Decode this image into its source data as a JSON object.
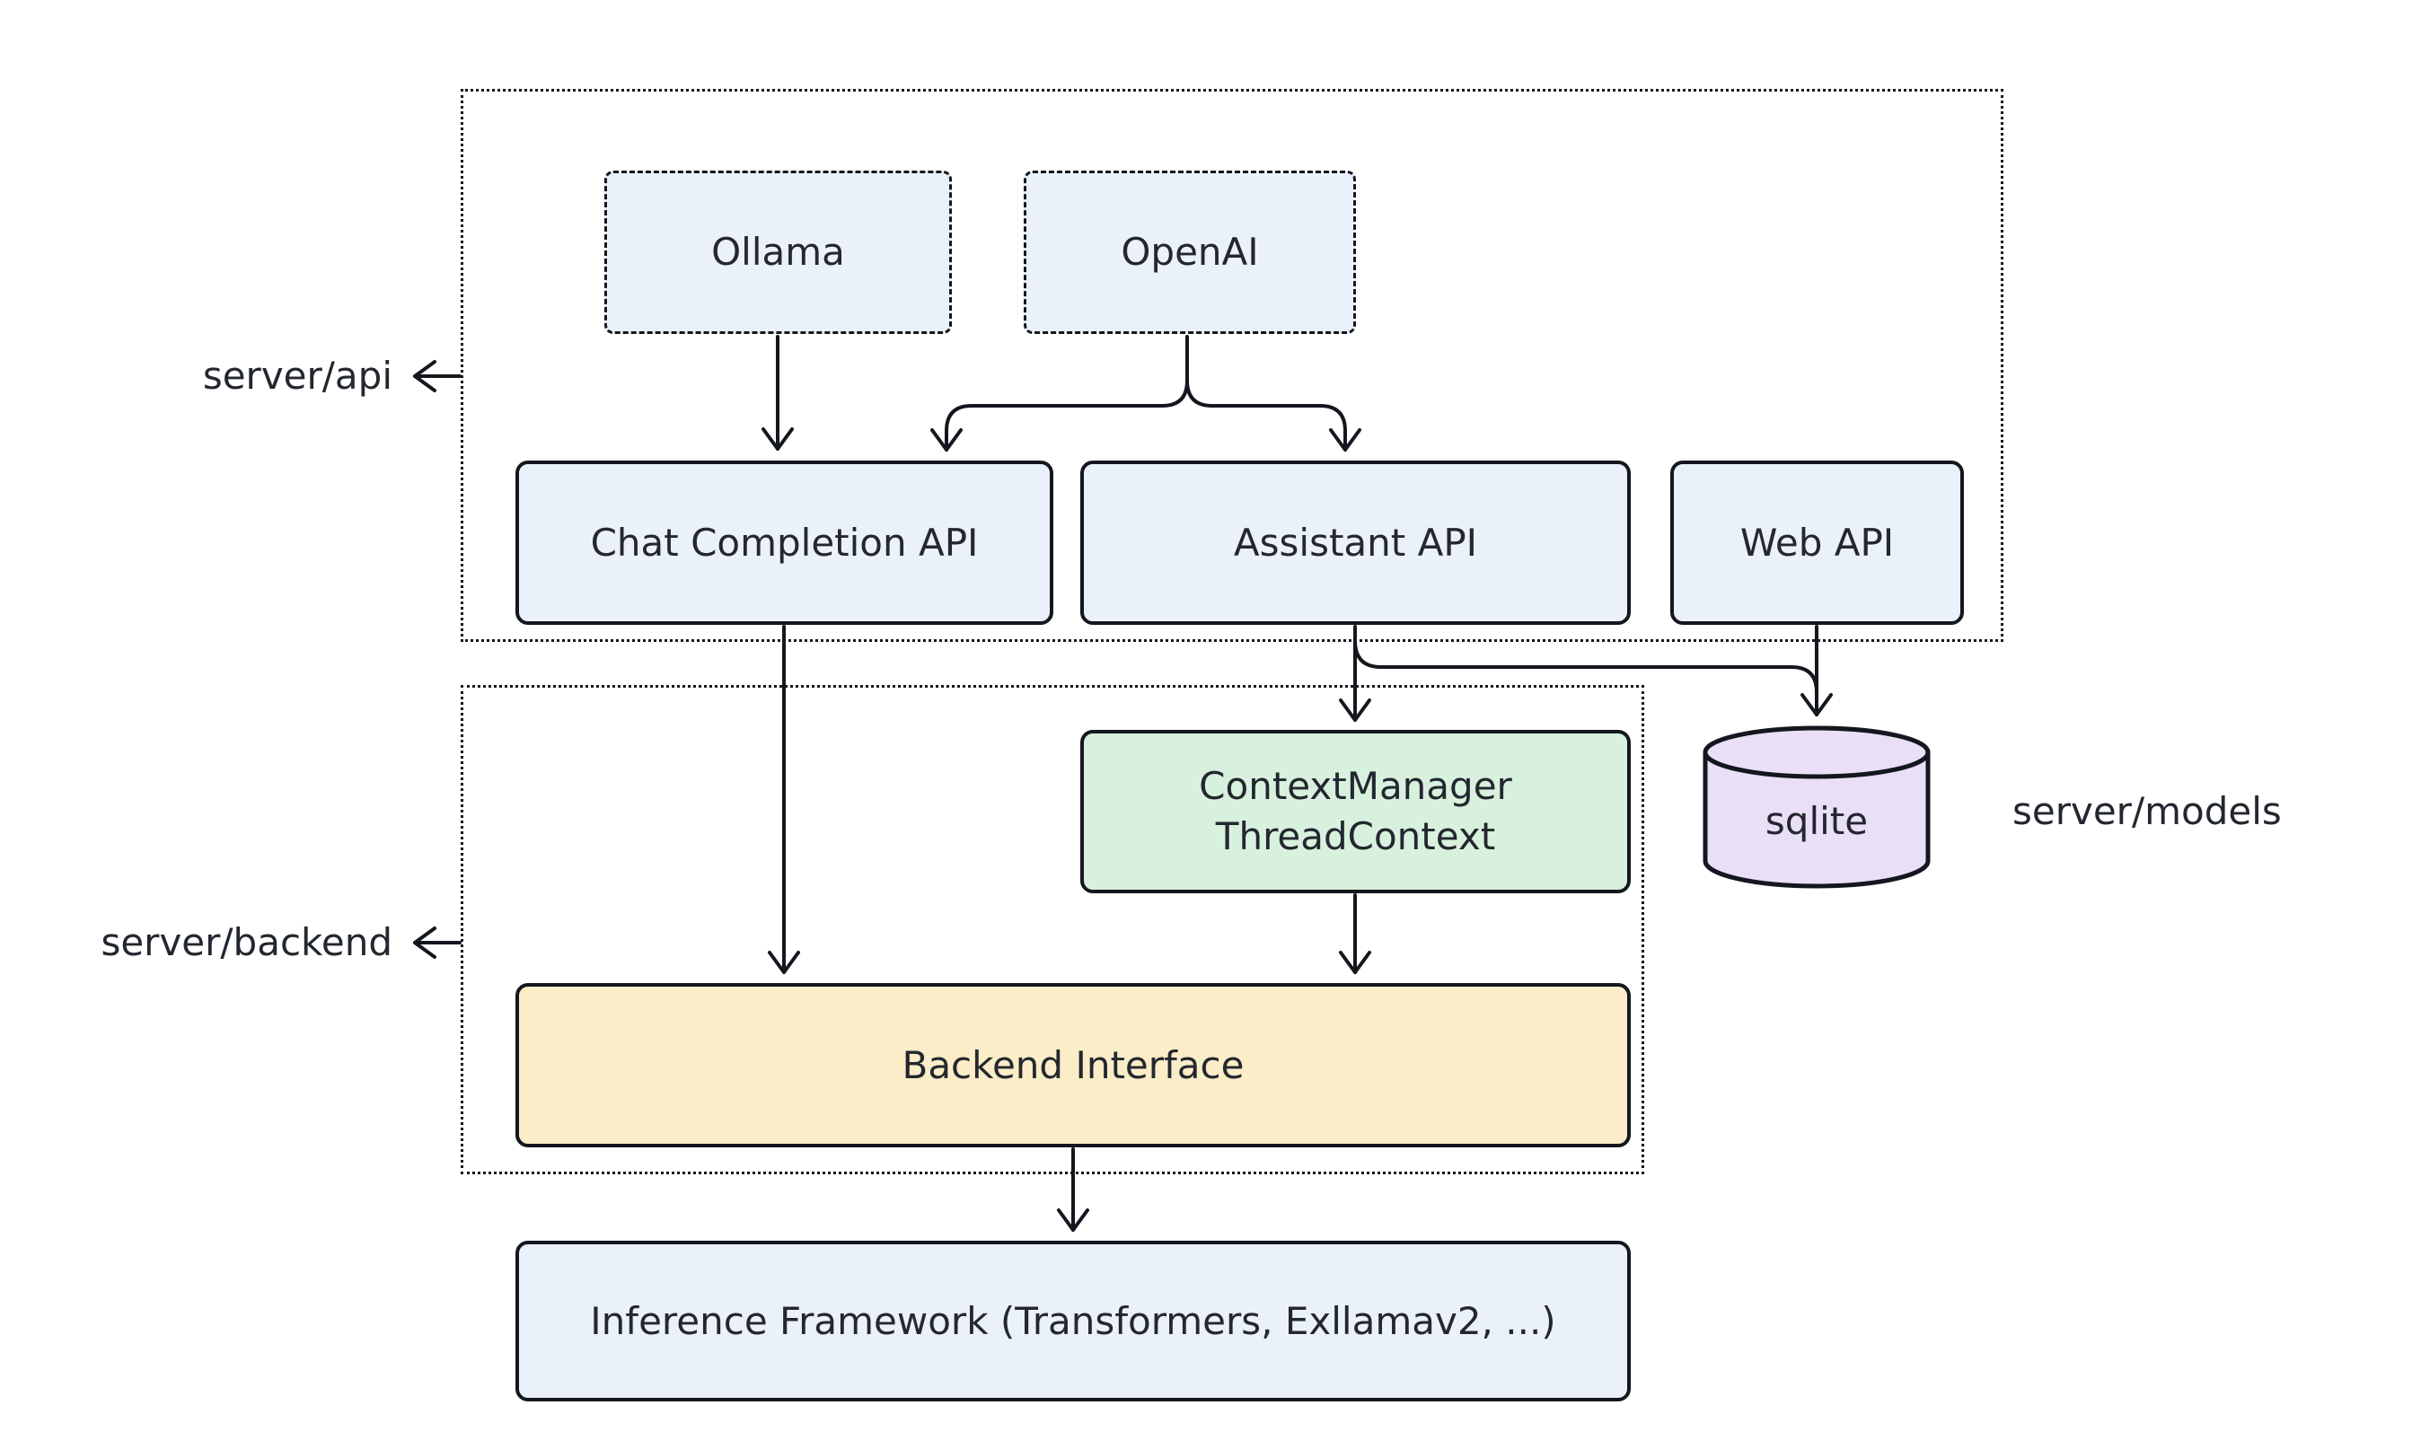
{
  "diagram": {
    "regions": {
      "server_api": {
        "label": "server/api"
      },
      "server_backend": {
        "label": "server/backend"
      },
      "server_models": {
        "label": "server/models"
      }
    },
    "nodes": {
      "ollama": {
        "label": "Ollama"
      },
      "openai": {
        "label": "OpenAI"
      },
      "chat_completion_api": {
        "label": "Chat Completion API"
      },
      "assistant_api": {
        "label": "Assistant API"
      },
      "web_api": {
        "label": "Web API"
      },
      "context_manager": {
        "line1": "ContextManager",
        "line2": "ThreadContext"
      },
      "sqlite": {
        "label": "sqlite"
      },
      "backend_interface": {
        "label": "Backend Interface"
      },
      "inference_framework": {
        "label": "Inference Framework (Transformers, Exllamav2, ...)"
      }
    },
    "edges": [
      {
        "from": "ollama",
        "to": "chat_completion_api"
      },
      {
        "from": "openai",
        "to": "chat_completion_api"
      },
      {
        "from": "openai",
        "to": "assistant_api"
      },
      {
        "from": "assistant_api",
        "to": "context_manager"
      },
      {
        "from": "assistant_api",
        "to": "sqlite"
      },
      {
        "from": "web_api",
        "to": "sqlite"
      },
      {
        "from": "chat_completion_api",
        "to": "backend_interface"
      },
      {
        "from": "context_manager",
        "to": "backend_interface"
      },
      {
        "from": "backend_interface",
        "to": "inference_framework"
      },
      {
        "from": "server_api_region",
        "to": "server_api_label"
      },
      {
        "from": "server_backend_region",
        "to": "server_backend_label"
      }
    ],
    "colors": {
      "background": "#FFFFFF",
      "node_fill_blue": "#EBF1FA",
      "node_fill_green": "#D8F1DE",
      "node_fill_yellow": "#FBEDC7",
      "node_fill_purple": "#E9DFF7",
      "stroke": "#14171E",
      "text": "#23272F"
    }
  }
}
